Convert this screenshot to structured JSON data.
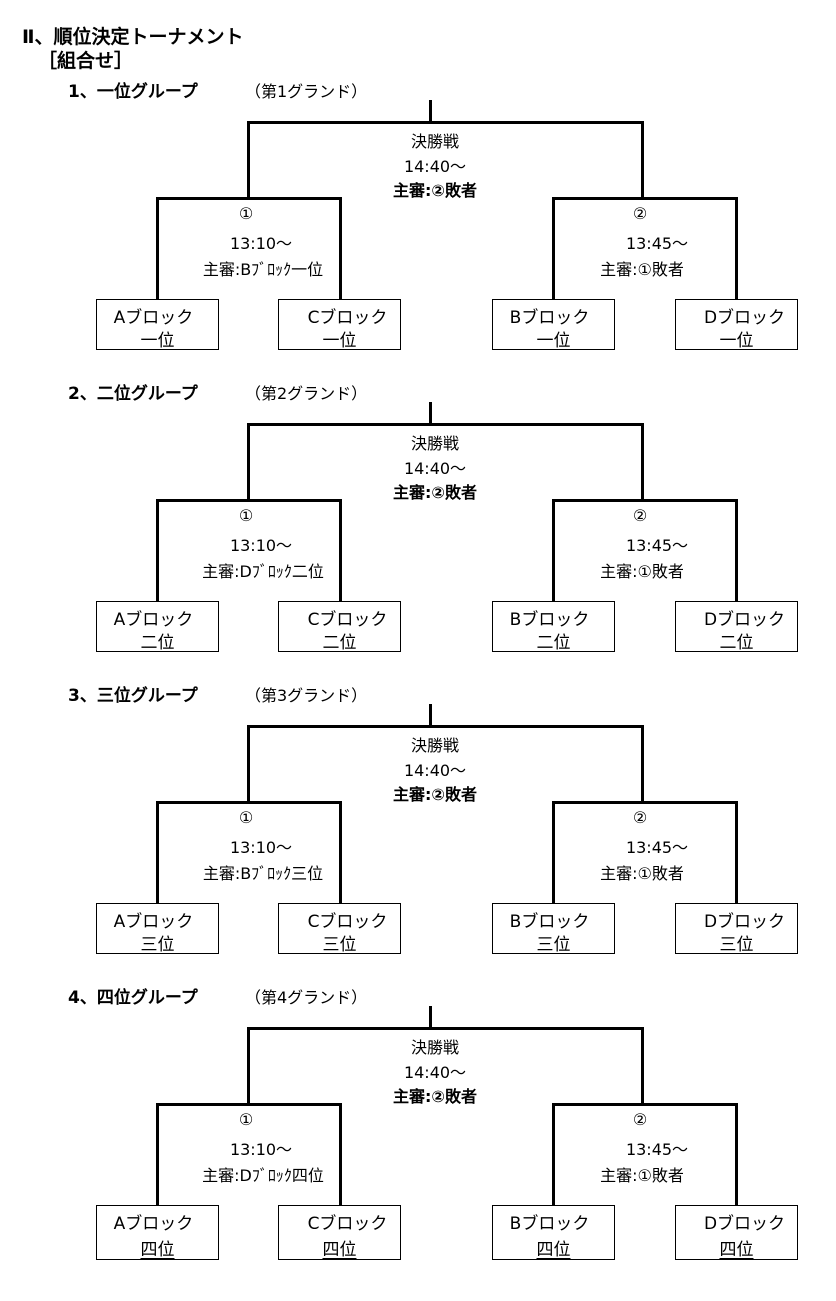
{
  "header": {
    "title": "Ⅱ、順位決定トーナメント",
    "subtitle": "［組合せ］"
  },
  "groups": [
    {
      "title": "1、一位グループ",
      "ground": "（第1グランド）",
      "final": {
        "label": "決勝戦",
        "time": "14:40〜",
        "referee": "主審:②敗者"
      },
      "match1": {
        "num": "①",
        "time": "13:10〜",
        "referee": "主審:Bﾌﾞﾛｯｸ一位"
      },
      "match2": {
        "num": "②",
        "time": "13:45〜",
        "referee": "主審:①敗者"
      },
      "teams": [
        {
          "block": "Aブロック",
          "rank": "一位"
        },
        {
          "block": "Cブロック",
          "rank": "一位"
        },
        {
          "block": "Bブロック",
          "rank": "一位"
        },
        {
          "block": "Dブロック",
          "rank": "一位"
        }
      ]
    },
    {
      "title": "2、二位グループ",
      "ground": "（第2グランド）",
      "final": {
        "label": "決勝戦",
        "time": "14:40〜",
        "referee": "主審:②敗者"
      },
      "match1": {
        "num": "①",
        "time": "13:10〜",
        "referee": "主審:Dﾌﾞﾛｯｸ二位"
      },
      "match2": {
        "num": "②",
        "time": "13:45〜",
        "referee": "主審:①敗者"
      },
      "teams": [
        {
          "block": "Aブロック",
          "rank": "二位"
        },
        {
          "block": "Cブロック",
          "rank": "二位"
        },
        {
          "block": "Bブロック",
          "rank": "二位"
        },
        {
          "block": "Dブロック",
          "rank": "二位"
        }
      ]
    },
    {
      "title": "3、三位グループ",
      "ground": "（第3グランド）",
      "final": {
        "label": "決勝戦",
        "time": "14:40〜",
        "referee": "主審:②敗者"
      },
      "match1": {
        "num": "①",
        "time": "13:10〜",
        "referee": "主審:Bﾌﾞﾛｯｸ三位"
      },
      "match2": {
        "num": "②",
        "time": "13:45〜",
        "referee": "主審:①敗者"
      },
      "teams": [
        {
          "block": "Aブロック",
          "rank": "三位"
        },
        {
          "block": "Cブロック",
          "rank": "三位"
        },
        {
          "block": "Bブロック",
          "rank": "三位"
        },
        {
          "block": "Dブロック",
          "rank": "三位"
        }
      ]
    },
    {
      "title": "4、四位グループ",
      "ground": "（第4グランド）",
      "final": {
        "label": "決勝戦",
        "time": "14:40〜",
        "referee": "主審:②敗者"
      },
      "match1": {
        "num": "①",
        "time": "13:10〜",
        "referee": "主審:Dﾌﾞﾛｯｸ四位"
      },
      "match2": {
        "num": "②",
        "time": "13:45〜",
        "referee": "主審:①敗者"
      },
      "teams": [
        {
          "block": "Aブロック",
          "rank": "四位"
        },
        {
          "block": "Cブロック",
          "rank": "四位"
        },
        {
          "block": "Bブロック",
          "rank": "四位"
        },
        {
          "block": "Dブロック",
          "rank": "四位"
        }
      ]
    }
  ]
}
